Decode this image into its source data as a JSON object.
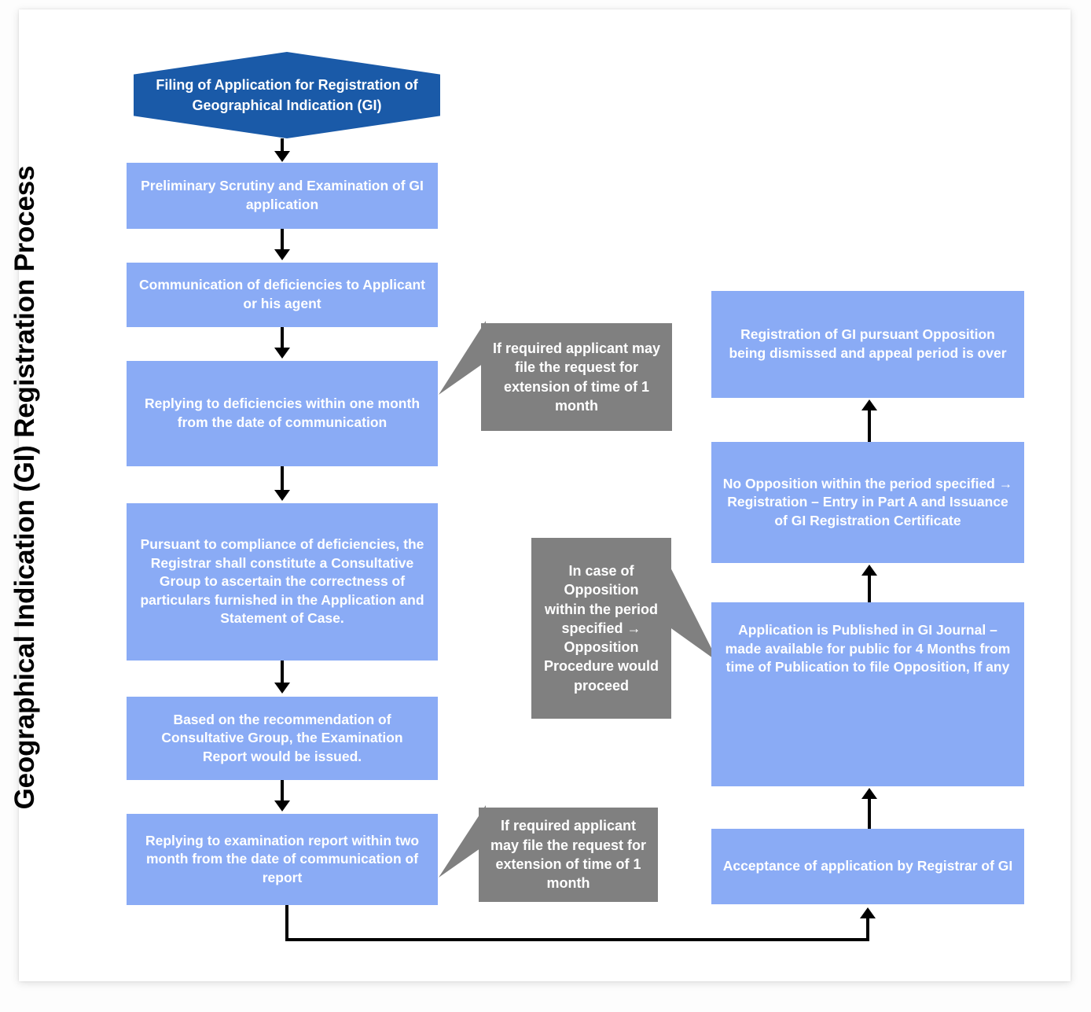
{
  "title": "Geographical Indication (GI) Registration Process",
  "colors": {
    "start_node": "#1a5aa8",
    "process_node": "#8aabf5",
    "note_node": "#808080",
    "connector": "#000000",
    "card": "#ffffff"
  },
  "nodes": {
    "start": "Filing of Application for Registration of Geographical Indication (GI)",
    "preliminary_scrutiny": "Preliminary Scrutiny and Examination of GI application",
    "communication_deficiencies": "Communication of deficiencies to Applicant or his agent",
    "replying_deficiencies": "Replying to deficiencies within one month from the date of communication",
    "consultative_group": "Pursuant to compliance of deficiencies, the Registrar shall constitute a Consultative Group to ascertain the correctness of particulars furnished in the Application and Statement of Case.",
    "examination_report": "Based on the recommendation of Consultative Group, the Examination Report would be issued.",
    "replying_examination": "Replying to examination report within two month from the date of communication of report",
    "acceptance": "Acceptance of application by Registrar of GI",
    "published_journal": "Application is Published in GI Journal – made available for public for 4 Months from time of Publication to file Opposition, If any",
    "no_opposition": "No Opposition within the period specified → Registration – Entry in Part A and Issuance of GI Registration Certificate",
    "registration_final": "Registration of GI pursuant Opposition being dismissed and appeal period is over"
  },
  "notes": {
    "extension_deficiencies": "If required applicant may file the request for extension of time of 1 month",
    "extension_examination": "If required applicant may file the request for extension of time of 1 month",
    "opposition_case": "In case of Opposition within the period specified → Opposition Procedure would proceed"
  }
}
